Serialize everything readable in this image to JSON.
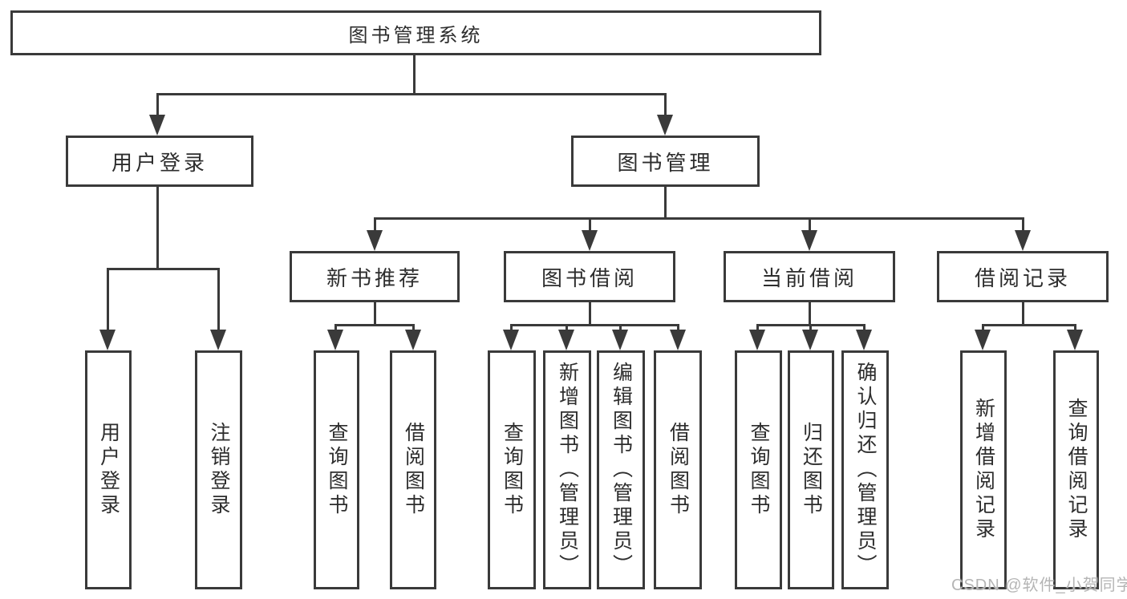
{
  "colors": {
    "line": "#3a3a3a",
    "text": "#2d2d2d",
    "background": "#ffffff",
    "watermark": "#b5b5b5"
  },
  "watermark": "CSDN @软件_小贺同学",
  "tree": {
    "root": "图书管理系统",
    "branches": [
      {
        "label": "用户登录",
        "leaves": [
          "用户登录",
          "注销登录"
        ]
      },
      {
        "label": "图书管理",
        "children": [
          {
            "label": "新书推荐",
            "leaves": [
              "查询图书",
              "借阅图书"
            ]
          },
          {
            "label": "图书借阅",
            "leaves": [
              "查询图书",
              "新增图书（管理员）",
              "编辑图书（管理员）",
              "借阅图书"
            ]
          },
          {
            "label": "当前借阅",
            "leaves": [
              "查询图书",
              "归还图书",
              "确认归还（管理员）"
            ]
          },
          {
            "label": "借阅记录",
            "leaves": [
              "新增借阅记录",
              "查询借阅记录"
            ]
          }
        ]
      }
    ]
  }
}
